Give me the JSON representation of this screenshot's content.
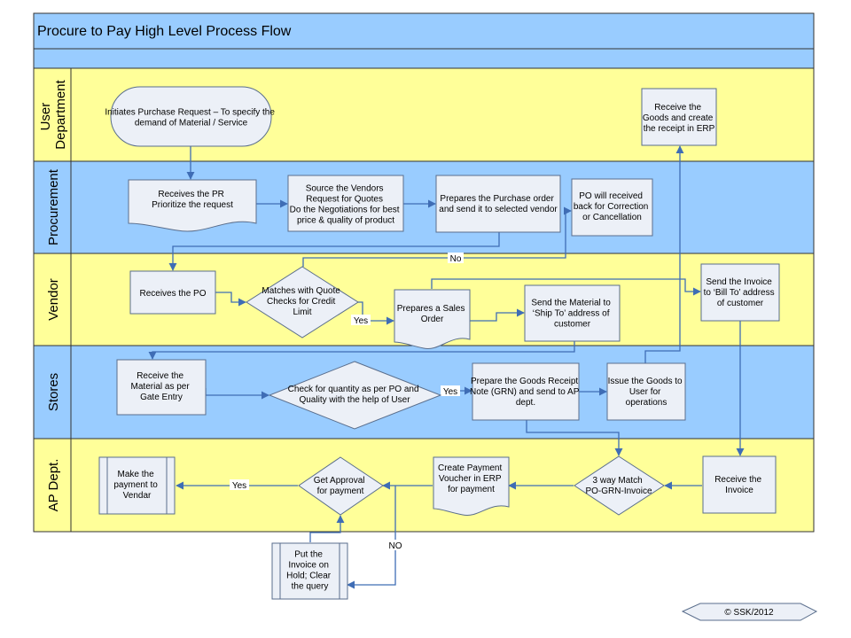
{
  "title": "Procure to Pay High Level Process Flow",
  "colors": {
    "header_fill": "#99ccff",
    "lane_yellow": "#ffff99",
    "lane_blue": "#99ccff",
    "shape_fill": "#ecf0f7",
    "connector": "#3f6db5"
  },
  "lanes": [
    {
      "id": "user",
      "label_lines": [
        "User",
        "Department"
      ],
      "color": "#ffff99"
    },
    {
      "id": "proc",
      "label_lines": [
        "Procurement"
      ],
      "color": "#99ccff"
    },
    {
      "id": "vendor",
      "label_lines": [
        "Vendor"
      ],
      "color": "#ffff99"
    },
    {
      "id": "stores",
      "label_lines": [
        "Stores"
      ],
      "color": "#99ccff"
    },
    {
      "id": "ap",
      "label_lines": [
        "AP Dept."
      ],
      "color": "#ffff99"
    }
  ],
  "nodes": [
    {
      "id": "initiate",
      "shape": "terminator",
      "lines": [
        "Initiates Purchase Request – To specify the",
        "demand of Material / Service"
      ]
    },
    {
      "id": "receive_pr",
      "shape": "document",
      "lines": [
        "Receives the PR",
        "Prioritize the request"
      ]
    },
    {
      "id": "source_vendors",
      "shape": "process",
      "lines": [
        "Source the Vendors",
        "Request for Quotes",
        "Do the Negotiations for best",
        "price & quality of product"
      ]
    },
    {
      "id": "prepare_po",
      "shape": "process",
      "lines": [
        "Prepares the Purchase order",
        "and send it to selected vendor"
      ]
    },
    {
      "id": "po_back",
      "shape": "process",
      "lines": [
        "PO will received",
        "back for Correction",
        "or Cancellation"
      ]
    },
    {
      "id": "receive_goods",
      "shape": "process",
      "lines": [
        "Receive the",
        "Goods and create",
        "the receipt in ERP"
      ]
    },
    {
      "id": "receives_po",
      "shape": "process",
      "lines": [
        "Receives the PO"
      ]
    },
    {
      "id": "matches_quote",
      "shape": "decision",
      "lines": [
        "Matches with Quote",
        "Checks for Credit",
        "Limit"
      ]
    },
    {
      "id": "sales_order",
      "shape": "document",
      "lines": [
        "Prepares a Sales",
        "Order"
      ]
    },
    {
      "id": "send_material",
      "shape": "process",
      "lines": [
        "Send the Material to",
        "‘Ship To’ address of",
        "customer"
      ]
    },
    {
      "id": "send_invoice",
      "shape": "process",
      "lines": [
        "Send the Invoice",
        "to ‘Bill To’ address",
        "of customer"
      ]
    },
    {
      "id": "receive_material",
      "shape": "process",
      "lines": [
        "Receive the",
        "Material as per",
        "Gate Entry"
      ]
    },
    {
      "id": "check_qty",
      "shape": "decision",
      "lines": [
        "Check for quantity as per PO and",
        "Quality with the help of User"
      ]
    },
    {
      "id": "prepare_grn",
      "shape": "process",
      "lines": [
        "Prepare the Goods Receipt",
        "Note (GRN) and send to AP",
        "dept."
      ]
    },
    {
      "id": "issue_goods",
      "shape": "process",
      "lines": [
        "Issue the Goods to",
        "User for",
        "operations"
      ]
    },
    {
      "id": "receive_invoice",
      "shape": "process",
      "lines": [
        "Receive the",
        "Invoice"
      ]
    },
    {
      "id": "three_way",
      "shape": "decision",
      "lines": [
        "3 way Match",
        "PO-GRN-Invoice"
      ]
    },
    {
      "id": "payment_voucher",
      "shape": "document",
      "lines": [
        "Create Payment",
        "Voucher in ERP",
        "for payment"
      ]
    },
    {
      "id": "get_approval",
      "shape": "decision",
      "lines": [
        "Get Approval",
        "for payment"
      ]
    },
    {
      "id": "make_payment",
      "shape": "predefined",
      "lines": [
        "Make the",
        "payment to",
        "Vendar"
      ]
    },
    {
      "id": "invoice_hold",
      "shape": "predefined",
      "lines": [
        "Put the",
        "Invoice on",
        "Hold; Clear",
        "the query"
      ]
    }
  ],
  "edge_labels": {
    "no_top": "No",
    "yes_vendor": "Yes",
    "yes_stores": "Yes",
    "yes_ap": "Yes",
    "no_ap": "NO"
  },
  "footer": "©  SSK/2012"
}
